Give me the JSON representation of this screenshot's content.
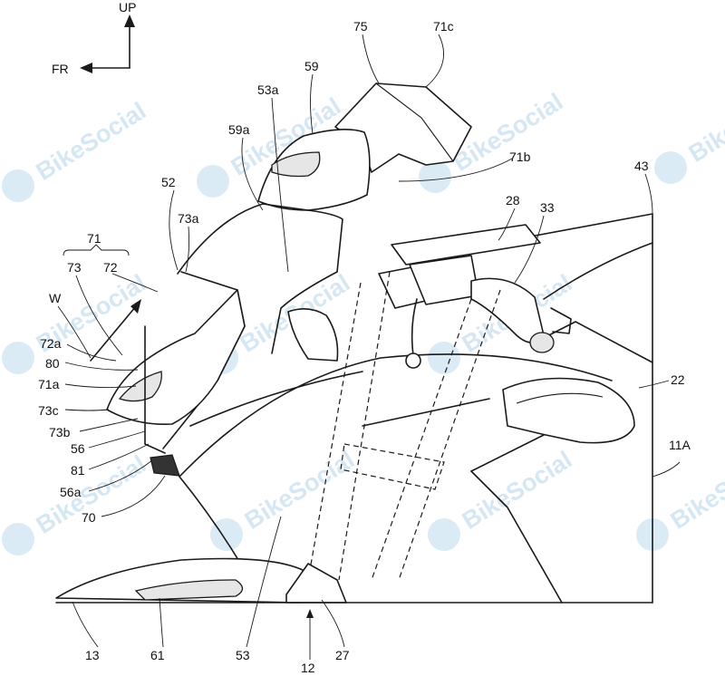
{
  "axes": {
    "up": "UP",
    "front": "FR"
  },
  "airflow_label": "W",
  "labels": [
    {
      "id": "75",
      "text": "75"
    },
    {
      "id": "71c",
      "text": "71c"
    },
    {
      "id": "59",
      "text": "59"
    },
    {
      "id": "53a",
      "text": "53a"
    },
    {
      "id": "59a",
      "text": "59a"
    },
    {
      "id": "71b",
      "text": "71b"
    },
    {
      "id": "43",
      "text": "43"
    },
    {
      "id": "52",
      "text": "52"
    },
    {
      "id": "28",
      "text": "28"
    },
    {
      "id": "33",
      "text": "33"
    },
    {
      "id": "73a",
      "text": "73a"
    },
    {
      "id": "71",
      "text": "71"
    },
    {
      "id": "73",
      "text": "73"
    },
    {
      "id": "72",
      "text": "72"
    },
    {
      "id": "72a",
      "text": "72a"
    },
    {
      "id": "80",
      "text": "80"
    },
    {
      "id": "71a",
      "text": "71a"
    },
    {
      "id": "73c",
      "text": "73c"
    },
    {
      "id": "73b",
      "text": "73b"
    },
    {
      "id": "56",
      "text": "56"
    },
    {
      "id": "81",
      "text": "81"
    },
    {
      "id": "56a",
      "text": "56a"
    },
    {
      "id": "70",
      "text": "70"
    },
    {
      "id": "22",
      "text": "22"
    },
    {
      "id": "11A",
      "text": "11A"
    },
    {
      "id": "13",
      "text": "13"
    },
    {
      "id": "61",
      "text": "61"
    },
    {
      "id": "53",
      "text": "53"
    },
    {
      "id": "12",
      "text": "12"
    },
    {
      "id": "27",
      "text": "27"
    }
  ],
  "watermark": {
    "text": "BikeSocial"
  }
}
